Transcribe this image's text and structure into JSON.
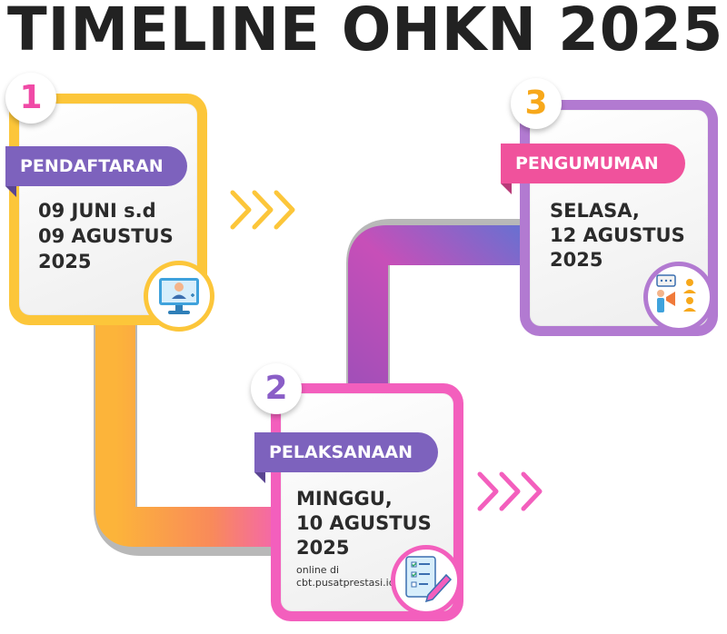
{
  "title": "TIMELINE OHKN 2025",
  "colors": {
    "step1": "#fcc63a",
    "step2": "#f35fbd",
    "step3": "#b27ad1",
    "ribbon_purple": "#7d62bd",
    "ribbon_pink": "#f0529c",
    "num1": "#f04aa6",
    "num2": "#8a5ec7",
    "num3": "#f7a81b"
  },
  "steps": [
    {
      "number": "1",
      "label": "PENDAFTARAN",
      "date_lines": [
        "09 JUNI s.d",
        "09 AGUSTUS",
        "2025"
      ],
      "icon": "computer-user-icon"
    },
    {
      "number": "2",
      "label": "PELAKSANAAN",
      "date_lines": [
        "MINGGU,",
        "10 AGUSTUS",
        "2025"
      ],
      "note_lines": [
        "online di",
        "cbt.pusatprestasi.id"
      ],
      "icon": "exam-checklist-icon"
    },
    {
      "number": "3",
      "label": "PENGUMUMAN",
      "date_lines": [
        "SELASA,",
        "12 AGUSTUS",
        "2025"
      ],
      "icon": "announcement-icon"
    }
  ]
}
